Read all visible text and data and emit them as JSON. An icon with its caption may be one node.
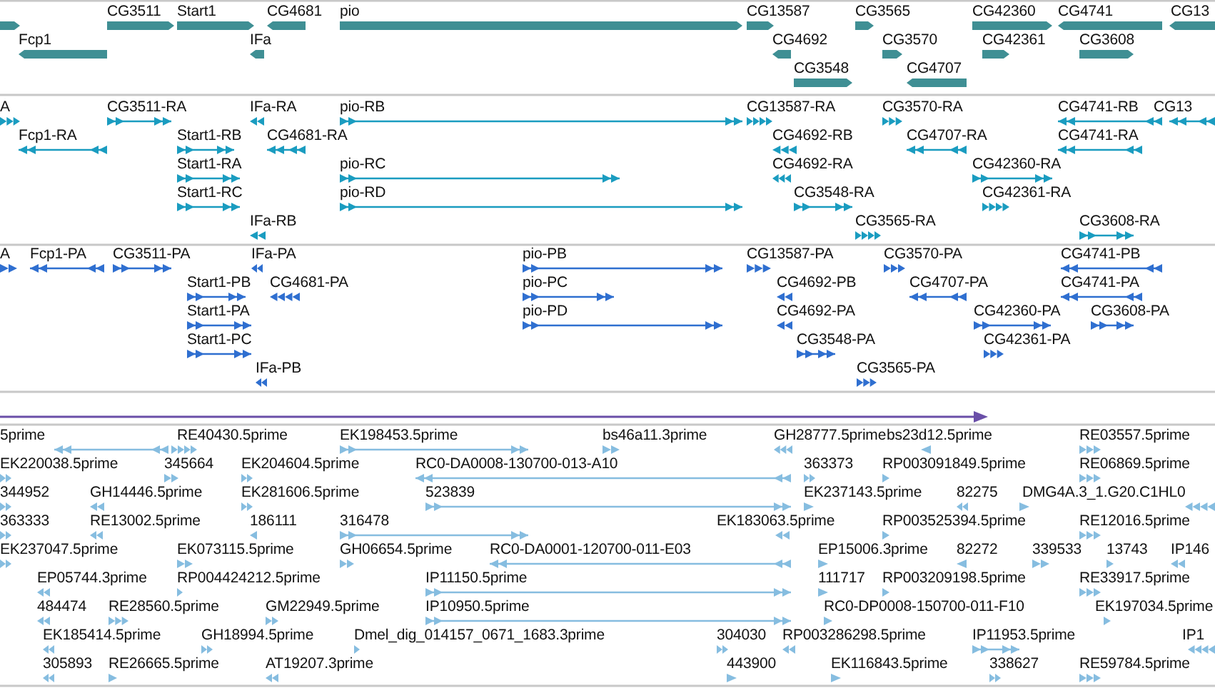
{
  "diagram": {
    "labels": [
      "CG3511",
      "Start1",
      "CG4681",
      "pio",
      "CG13587",
      "CG3565",
      "CG42360",
      "CG4741",
      "CG13",
      "Fcp1",
      "IFa",
      "CG4692",
      "CG3570",
      "CG42361",
      "CG3608",
      "CG3548",
      "CG4707",
      "A",
      "CG3511-RA",
      "IFa-RA",
      "pio-RB",
      "CG13587-RA",
      "CG3570-RA",
      "CG4741-RB",
      "CG13",
      "Fcp1-RA",
      "Start1-RB",
      "CG4681-RA",
      "CG4692-RB",
      "CG4707-RA",
      "CG4741-RA",
      "Start1-RA",
      "pio-RC",
      "CG4692-RA",
      "CG42360-RA",
      "Start1-RC",
      "pio-RD",
      "CG3548-RA",
      "CG42361-RA",
      "IFa-RB",
      "CG3565-RA",
      "CG3608-RA",
      "A",
      "Fcp1-PA",
      "CG3511-PA",
      "IFa-PA",
      "pio-PB",
      "CG13587-PA",
      "CG3570-PA",
      "CG4741-PB",
      "Start1-PB",
      "CG4681-PA",
      "pio-PC",
      "CG4692-PB",
      "CG4707-PA",
      "CG4741-PA",
      "Start1-PA",
      "pio-PD",
      "CG4692-PA",
      "CG42360-PA",
      "CG3608-PA",
      "Start1-PC",
      "CG3548-PA",
      "CG42361-PA",
      "IFa-PB",
      "CG3565-PA",
      "5prime",
      "RE40430.5prime",
      "EK198453.5prime",
      "bs46a11.3prime",
      "GH28777.5prime",
      "bs23d12.5prime",
      "RE03557.5prime",
      "EK220038.5prime",
      "345664",
      "EK204604.5prime",
      "RC0-DA0008-130700-013-A10",
      "363373",
      "RP003091849.5prime",
      "RE06869.5prime",
      "344952",
      "GH14446.5prime",
      "EK281606.5prime",
      "523839",
      "EK237143.5prime",
      "82275",
      "DMG4A.3_1.G20.C1HL0",
      "363333",
      "RE13002.5prime",
      "186111",
      "316478",
      "EK183063.5prime",
      "RP003525394.5prime",
      "RE12016.5prime",
      "EK237047.5prime",
      "EK073115.5prime",
      "GH06654.5prime",
      "RC0-DA0001-120700-011-E03",
      "EP15006.3prime",
      "82272",
      "339533",
      "13743",
      "IP146",
      "EP05744.3prime",
      "RP004424212.5prime",
      "IP11150.5prime",
      "111717",
      "RP003209198.5prime",
      "RE33917.5prime",
      "484474",
      "RE28560.5prime",
      "GM22949.5prime",
      "IP10950.5prime",
      "RC0-DP0008-150700-011-F10",
      "EK197034.5prime",
      "EK185414.5prime",
      "GH18994.5prime",
      "Dmel_dig_014157_0671_1683.3prime",
      "304030",
      "RP003286298.5prime",
      "IP11953.5prime",
      "IP1",
      "305893",
      "RE26665.5prime",
      "AT19207.3prime",
      "443900",
      "EK116843.5prime",
      "338627",
      "RE59784.5prime"
    ]
  }
}
